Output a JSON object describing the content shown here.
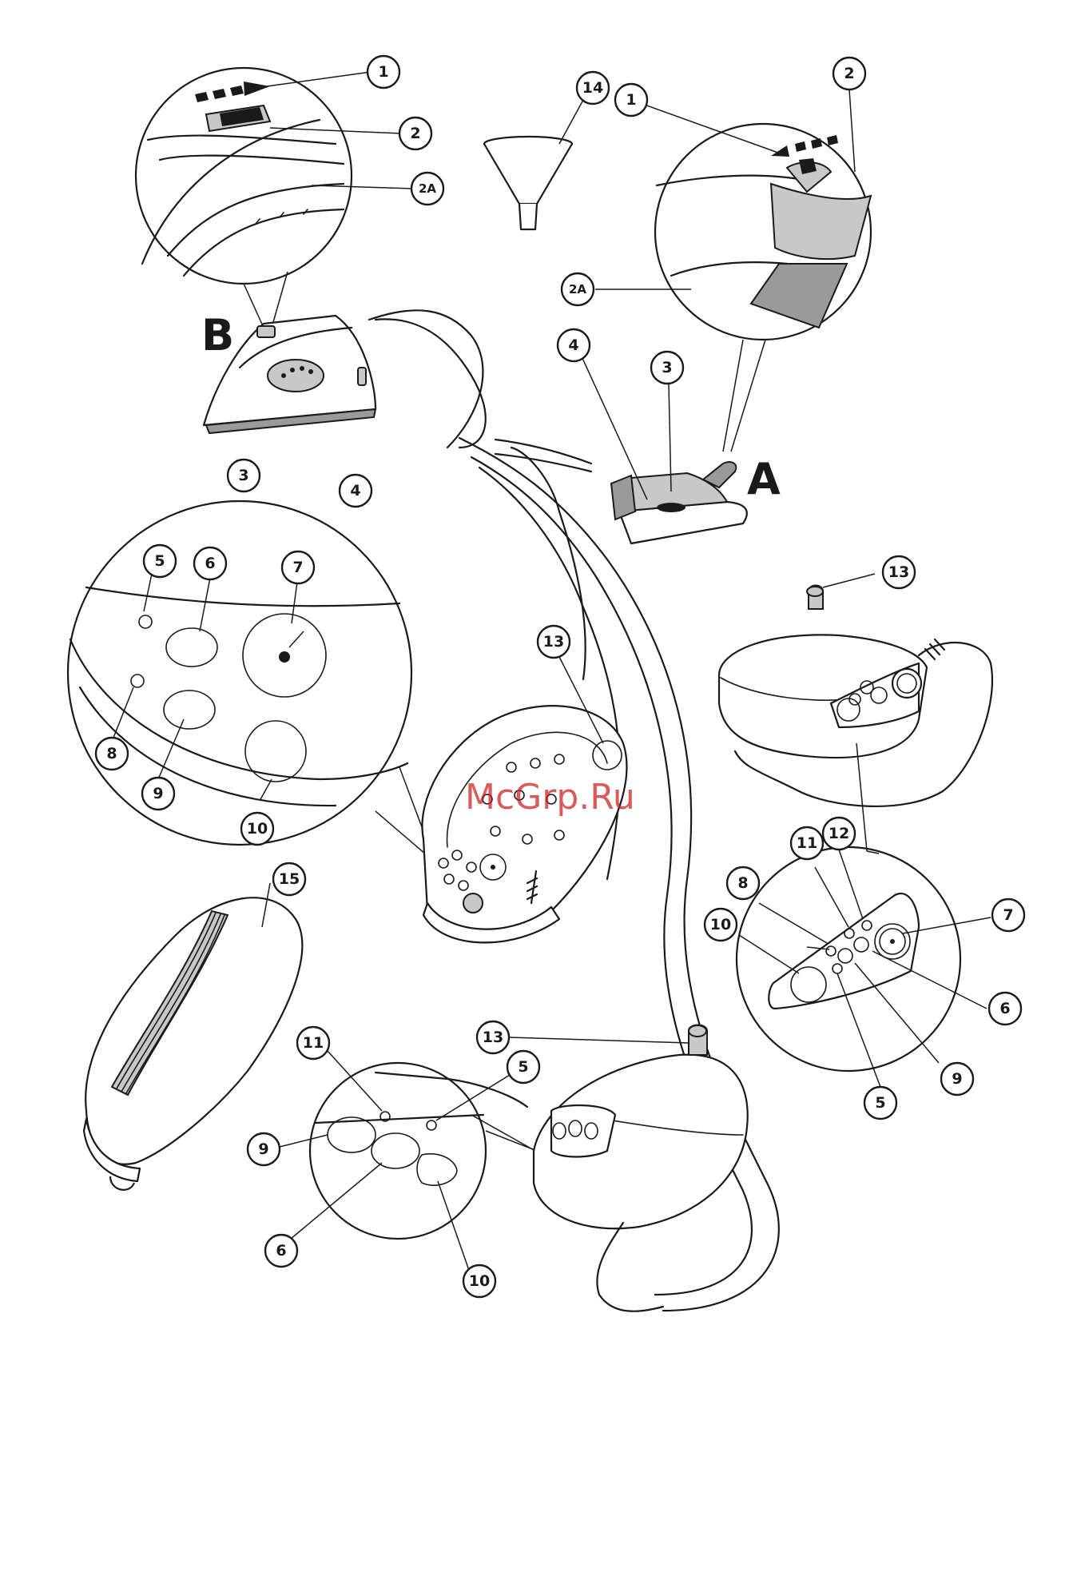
{
  "watermark": "McGrp.Ru",
  "figure_letters": {
    "a": "A",
    "b": "B"
  },
  "callouts": {
    "b_1": "1",
    "b_2": "2",
    "b_2a": "2A",
    "b_3": "3",
    "b_4": "4",
    "funnel_14": "14",
    "a_1": "1",
    "a_2": "2",
    "a_2a": "2A",
    "a_3": "3",
    "a_4": "4",
    "p1_5": "5",
    "p1_6": "6",
    "p1_7": "7",
    "p1_8": "8",
    "p1_9": "9",
    "p1_10": "10",
    "base_center_13": "13",
    "base_right_13": "13",
    "p2_11": "11",
    "p2_12": "12",
    "p2_8": "8",
    "p2_10": "10",
    "p2_7": "7",
    "p2_6": "6",
    "p2_5": "5",
    "p2_9": "9",
    "cover_15": "15",
    "p3_11": "11",
    "p3_5": "5",
    "p3_9": "9",
    "p3_6": "6",
    "p3_10": "10",
    "base_bottom_13": "13"
  },
  "colors": {
    "ink": "#1a1a1a",
    "shade": "#9a9a9a",
    "light_shade": "#c8c8c8",
    "watermark": "#c81e1e"
  }
}
